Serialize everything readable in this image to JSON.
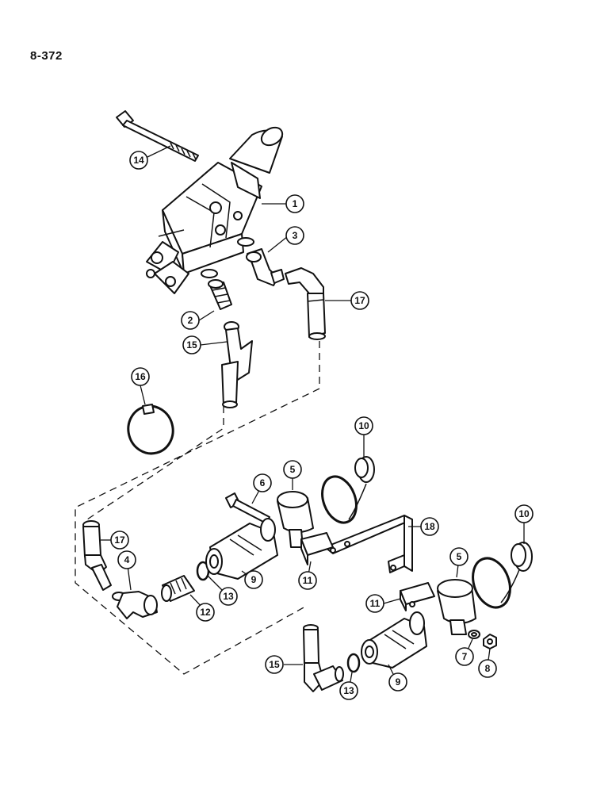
{
  "page_number": "8-372",
  "callouts": [
    {
      "id": "c14a",
      "text": "14"
    },
    {
      "id": "c1",
      "text": "1"
    },
    {
      "id": "c3",
      "text": "3"
    },
    {
      "id": "c17a",
      "text": "17"
    },
    {
      "id": "c2",
      "text": "2"
    },
    {
      "id": "c15a",
      "text": "15"
    },
    {
      "id": "c16",
      "text": "16"
    },
    {
      "id": "c10a",
      "text": "10"
    },
    {
      "id": "c6",
      "text": "6"
    },
    {
      "id": "c5a",
      "text": "5"
    },
    {
      "id": "c18",
      "text": "18"
    },
    {
      "id": "c10b",
      "text": "10"
    },
    {
      "id": "c17b",
      "text": "17"
    },
    {
      "id": "c4",
      "text": "4"
    },
    {
      "id": "c9a",
      "text": "9"
    },
    {
      "id": "c13a",
      "text": "13"
    },
    {
      "id": "c11a",
      "text": "11"
    },
    {
      "id": "c5b",
      "text": "5"
    },
    {
      "id": "c12",
      "text": "12"
    },
    {
      "id": "c11b",
      "text": "11"
    },
    {
      "id": "c7",
      "text": "7"
    },
    {
      "id": "c8",
      "text": "8"
    },
    {
      "id": "c15b",
      "text": "15"
    },
    {
      "id": "c9b",
      "text": "9"
    },
    {
      "id": "c13b",
      "text": "13"
    }
  ]
}
